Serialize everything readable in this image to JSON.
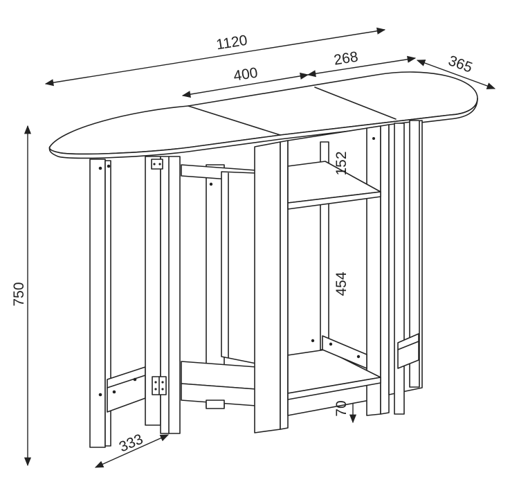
{
  "figure": {
    "dimensions": {
      "total_length": "1120",
      "center_width": "400",
      "wing_width": "268",
      "depth": "365",
      "height": "750",
      "foot_depth": "333",
      "upper_shelf_gap": "152",
      "middle_shelf_gap": "454",
      "bottom_clearance": "70"
    },
    "colors": {
      "line": "#222222",
      "fill": "#ffffff"
    }
  }
}
